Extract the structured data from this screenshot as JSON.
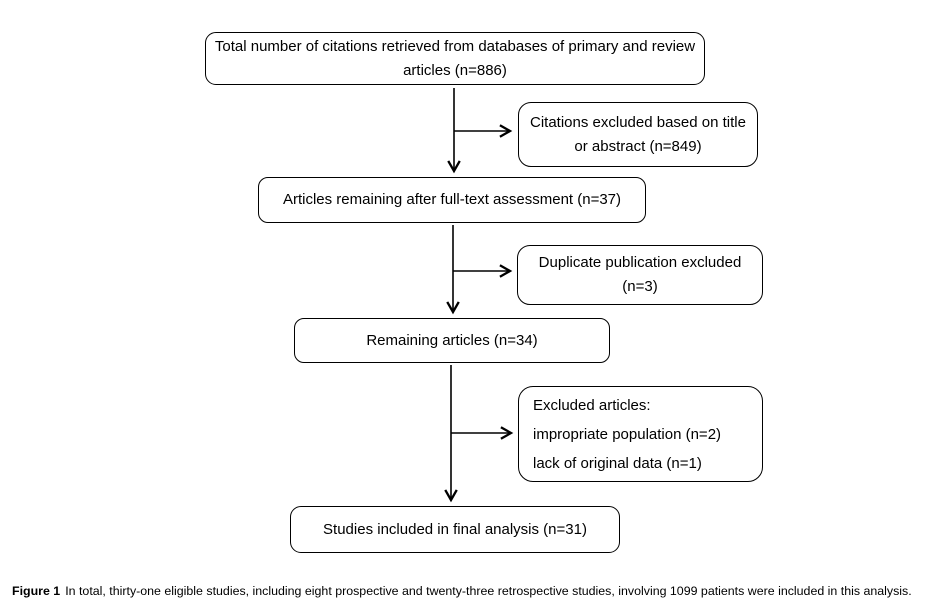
{
  "figure": {
    "boxes": {
      "total_citations": "Total number of citations retrieved from databases of primary and review articles (n=886)",
      "citations_excluded": "Citations excluded based on title or abstract (n=849)",
      "fulltext_assessment": "Articles remaining after full-text assessment (n=37)",
      "duplicate_excluded": "Duplicate publication excluded (n=3)",
      "remaining_articles": "Remaining articles (n=34)",
      "excluded_articles": {
        "lines": [
          "Excluded articles:",
          "impropriate population (n=2)",
          "lack of original data (n=1)"
        ]
      },
      "final_analysis": "Studies included in final analysis (n=31)"
    },
    "caption": {
      "label": "Figure 1",
      "text": "In total, thirty-one eligible studies, including eight prospective and twenty-three retrospective studies, involving 1099 patients were included in this analysis."
    },
    "colors": {
      "box_border": "#000000",
      "background": "#ffffff",
      "text": "#000000"
    }
  }
}
